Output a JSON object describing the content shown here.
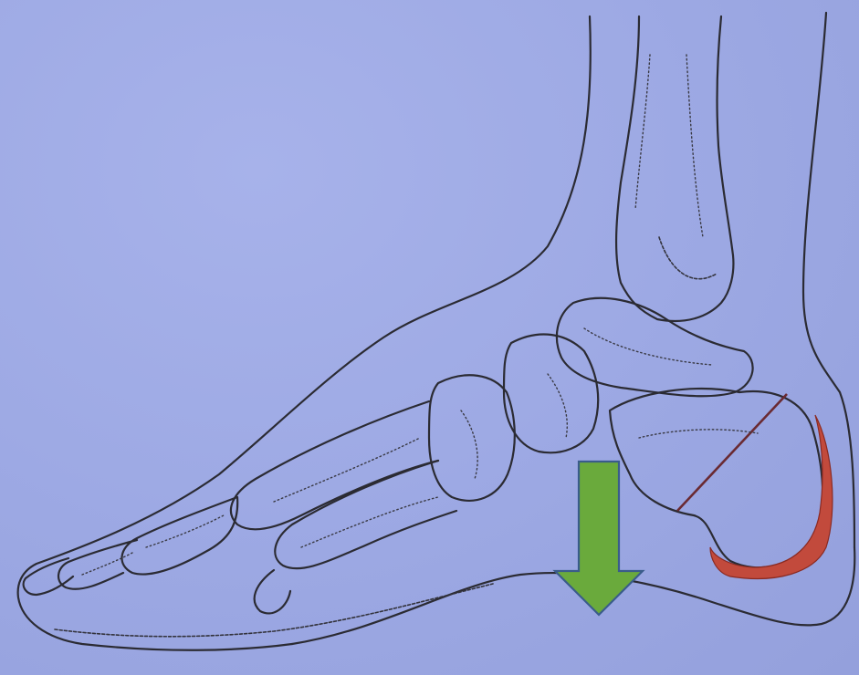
{
  "figure": {
    "subject": "foot-skeleton-lateral-view",
    "colors": {
      "background": "#9ca8e3",
      "line_ink": "#2b2b33",
      "heel_highlight": "#c24a3c",
      "arrow_fill": "#6aaa3c",
      "arrow_outline": "#3a5c8a"
    },
    "annotations": [
      {
        "kind": "arrow",
        "direction": "down",
        "icon": "down-arrow-icon"
      },
      {
        "kind": "highlight",
        "region": "heel-fat-pad"
      },
      {
        "kind": "cut-line",
        "region": "calcaneus"
      }
    ]
  }
}
